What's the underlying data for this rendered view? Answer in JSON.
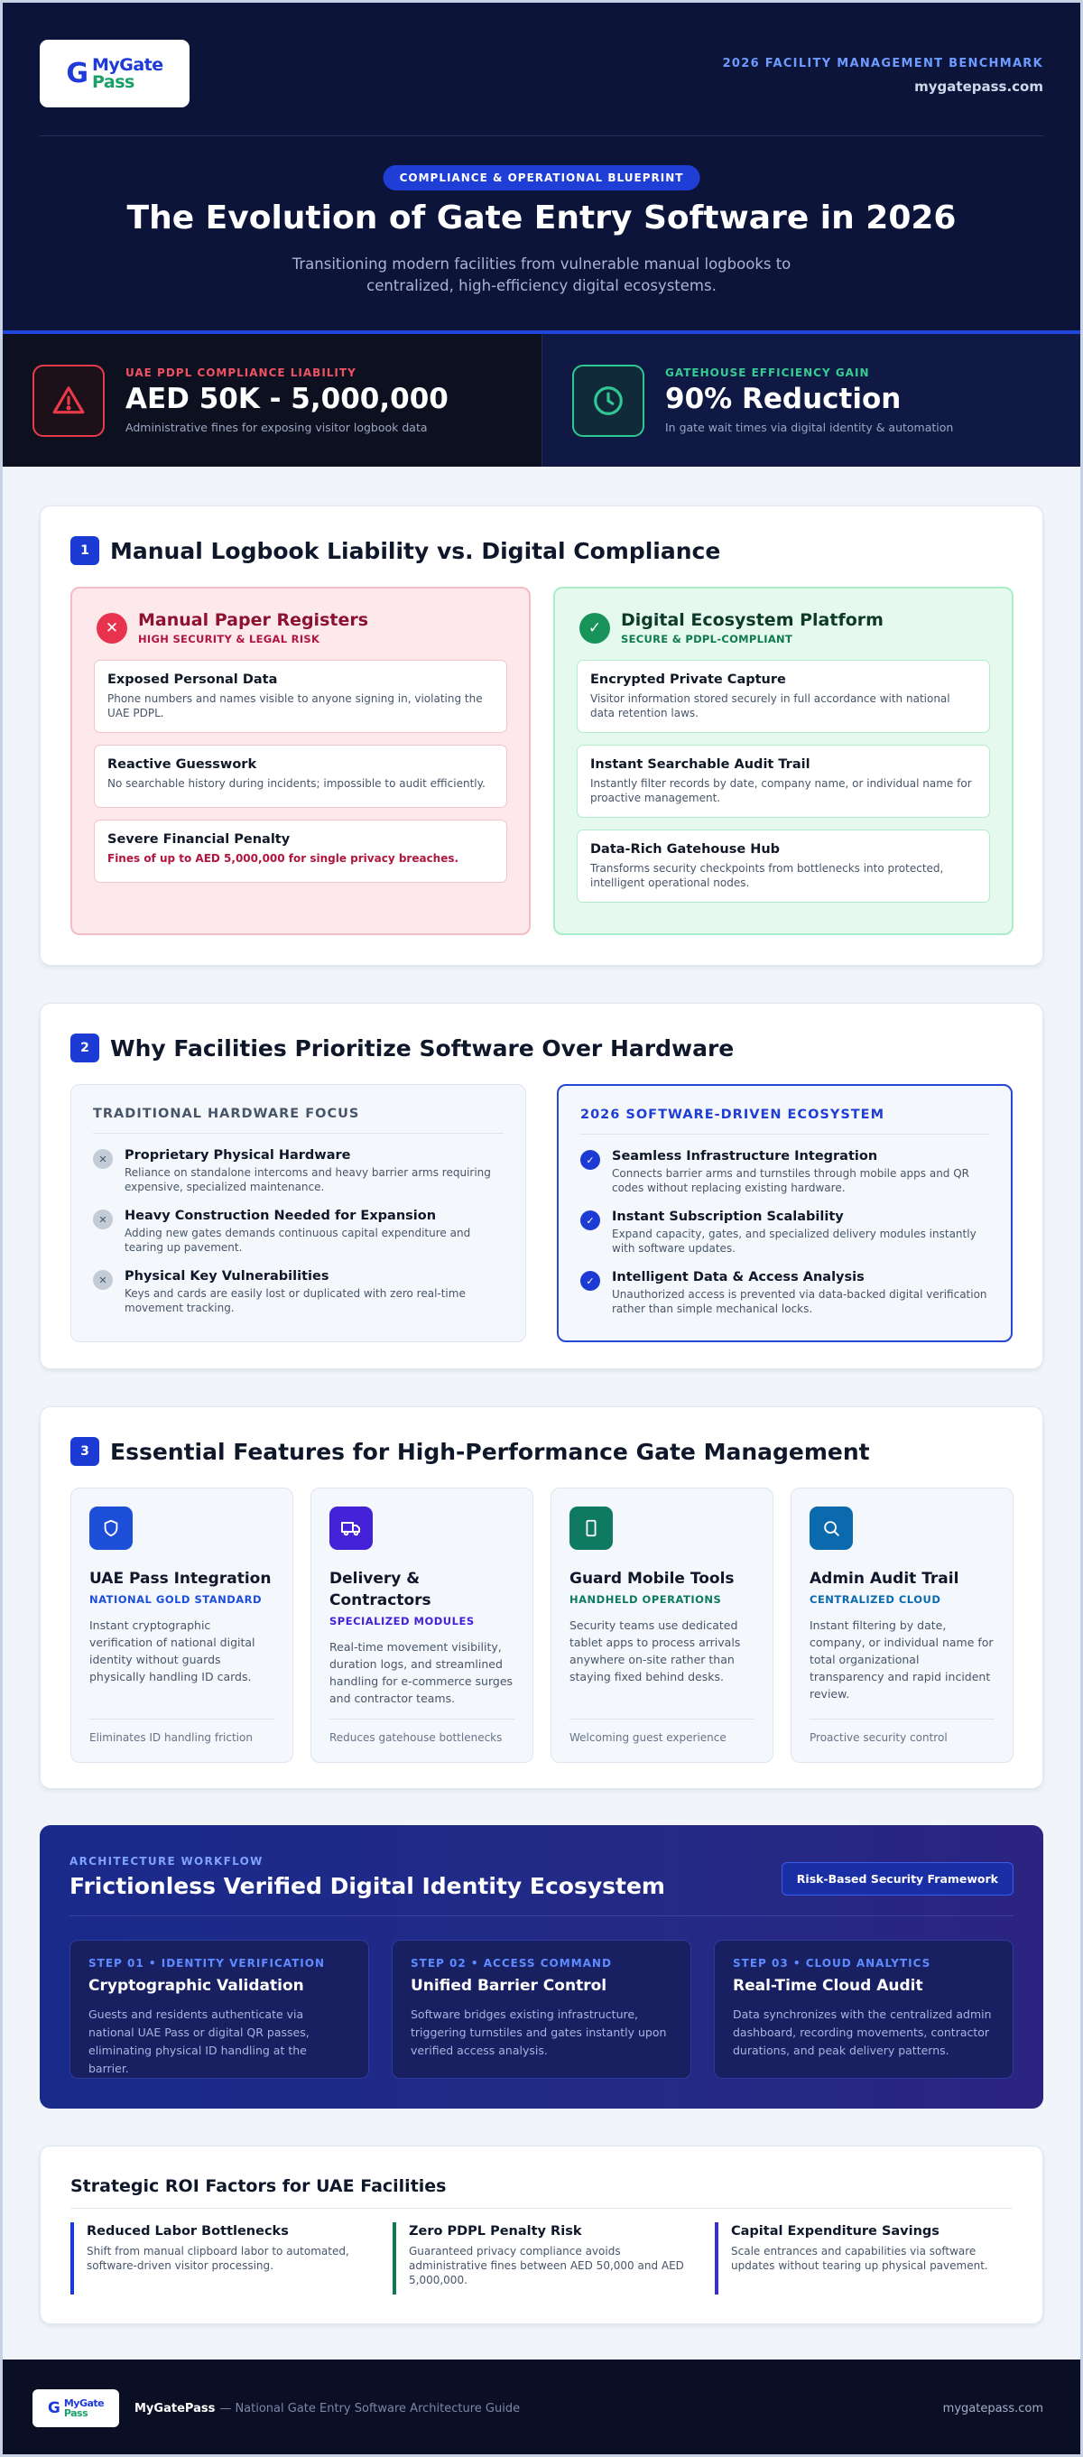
{
  "header": {
    "logo_text_1": "MyGate",
    "logo_text_2": "Pass",
    "benchmark": "2026 FACILITY MANAGEMENT BENCHMARK",
    "site": "mygatepass.com",
    "pill": "COMPLIANCE & OPERATIONAL BLUEPRINT",
    "title": "The Evolution of Gate Entry Software in 2026",
    "subtitle": "Transitioning modern facilities from vulnerable manual logbooks to centralized, high-efficiency digital ecosystems."
  },
  "stats": [
    {
      "kicker": "UAE PDPL COMPLIANCE LIABILITY",
      "value": "AED 50K - 5,000,000",
      "note": "Administrative fines for exposing visitor logbook data",
      "icon": "warning-icon",
      "color": "#ea3a4a"
    },
    {
      "kicker": "GATEHOUSE EFFICIENCY GAIN",
      "value": "90% Reduction",
      "note": "In gate wait times via digital identity & automation",
      "icon": "clock-icon",
      "color": "#2fc894"
    }
  ],
  "section1": {
    "num": "1",
    "title": "Manual Logbook Liability vs. Digital Compliance",
    "bad": {
      "title": "Manual Paper Registers",
      "tag": "HIGH SECURITY & LEGAL RISK",
      "items": [
        {
          "title": "Exposed Personal Data",
          "text": "Phone numbers and names visible to anyone signing in, violating the UAE PDPL."
        },
        {
          "title": "Reactive Guesswork",
          "text": "No searchable history during incidents; impossible to audit efficiently."
        },
        {
          "title": "Severe Financial Penalty",
          "text": "Fines of up to AED 5,000,000 for single privacy breaches."
        }
      ]
    },
    "good": {
      "title": "Digital Ecosystem Platform",
      "tag": "SECURE & PDPL-COMPLIANT",
      "items": [
        {
          "title": "Encrypted Private Capture",
          "text": "Visitor information stored securely in full accordance with national data retention laws."
        },
        {
          "title": "Instant Searchable Audit Trail",
          "text": "Instantly filter records by date, company name, or individual name for proactive management."
        },
        {
          "title": "Data-Rich Gatehouse Hub",
          "text": "Transforms security checkpoints from bottlenecks into protected, intelligent operational nodes."
        }
      ]
    }
  },
  "section2": {
    "num": "2",
    "title": "Why Facilities Prioritize Software Over Hardware",
    "trad": {
      "title": "TRADITIONAL HARDWARE FOCUS",
      "items": [
        {
          "title": "Proprietary Physical Hardware",
          "text": "Reliance on standalone intercoms and heavy barrier arms requiring expensive, specialized maintenance."
        },
        {
          "title": "Heavy Construction Needed for Expansion",
          "text": "Adding new gates demands continuous capital expenditure and tearing up pavement."
        },
        {
          "title": "Physical Key Vulnerabilities",
          "text": "Keys and cards are easily lost or duplicated with zero real-time movement tracking."
        }
      ]
    },
    "soft": {
      "title": "2026 SOFTWARE-DRIVEN ECOSYSTEM",
      "items": [
        {
          "title": "Seamless Infrastructure Integration",
          "text": "Connects barrier arms and turnstiles through mobile apps and QR codes without replacing existing hardware."
        },
        {
          "title": "Instant Subscription Scalability",
          "text": "Expand capacity, gates, and specialized delivery modules instantly with software updates."
        },
        {
          "title": "Intelligent Data & Access Analysis",
          "text": "Unauthorized access is prevented via data-backed digital verification rather than simple mechanical locks."
        }
      ]
    }
  },
  "section3": {
    "num": "3",
    "title": "Essential Features for High-Performance Gate Management",
    "features": [
      {
        "title": "UAE Pass Integration",
        "tag": "NATIONAL GOLD STANDARD",
        "text": "Instant cryptographic verification of national digital identity without guards physically handling ID cards.",
        "foot": "Eliminates ID handling friction",
        "color": "#1d4ed8",
        "icon": "shield-icon"
      },
      {
        "title": "Delivery & Contractors",
        "tag": "SPECIALIZED MODULES",
        "text": "Real-time movement visibility, duration logs, and streamlined handling for e-commerce surges and contractor teams.",
        "foot": "Reduces gatehouse bottlenecks",
        "color": "#4322d8",
        "icon": "truck-icon"
      },
      {
        "title": "Guard Mobile Tools",
        "tag": "HANDHELD OPERATIONS",
        "text": "Security teams use dedicated tablet apps to process arrivals anywhere on-site rather than staying fixed behind desks.",
        "foot": "Welcoming guest experience",
        "color": "#0f7a62",
        "icon": "tablet-icon"
      },
      {
        "title": "Admin Audit Trail",
        "tag": "CENTRALIZED CLOUD",
        "text": "Instant filtering by date, company, or individual name for total organizational transparency and rapid incident review.",
        "foot": "Proactive security control",
        "color": "#0b6aae",
        "icon": "search-icon"
      }
    ]
  },
  "workflow": {
    "kicker": "ARCHITECTURE WORKFLOW",
    "title": "Frictionless Verified Digital Identity Ecosystem",
    "badge": "Risk-Based Security Framework",
    "steps": [
      {
        "kicker": "STEP 01 • IDENTITY VERIFICATION",
        "title": "Cryptographic Validation",
        "text": "Guests and residents authenticate via national UAE Pass or digital QR passes, eliminating physical ID handling at the barrier."
      },
      {
        "kicker": "STEP 02 • ACCESS COMMAND",
        "title": "Unified Barrier Control",
        "text": "Software bridges existing infrastructure, triggering turnstiles and gates instantly upon verified access analysis."
      },
      {
        "kicker": "STEP 03 • CLOUD ANALYTICS",
        "title": "Real-Time Cloud Audit",
        "text": "Data synchronizes with the centralized admin dashboard, recording movements, contractor durations, and peak delivery patterns."
      }
    ]
  },
  "roi": {
    "title": "Strategic ROI Factors for UAE Facilities",
    "items": [
      {
        "title": "Reduced Labor Bottlenecks",
        "text": "Shift from manual clipboard labor to automated, software-driven visitor processing.",
        "color": "#1b3bd4"
      },
      {
        "title": "Zero PDPL Penalty Risk",
        "text": "Guaranteed privacy compliance avoids administrative fines between AED 50,000 and AED 5,000,000.",
        "color": "#0f7a4c"
      },
      {
        "title": "Capital Expenditure Savings",
        "text": "Scale entrances and capabilities via software updates without tearing up physical pavement.",
        "color": "#3b2fc9"
      }
    ]
  },
  "footer": {
    "brand": "MyGatePass",
    "desc": "— National Gate Entry Software Architecture Guide",
    "site": "mygatepass.com"
  }
}
